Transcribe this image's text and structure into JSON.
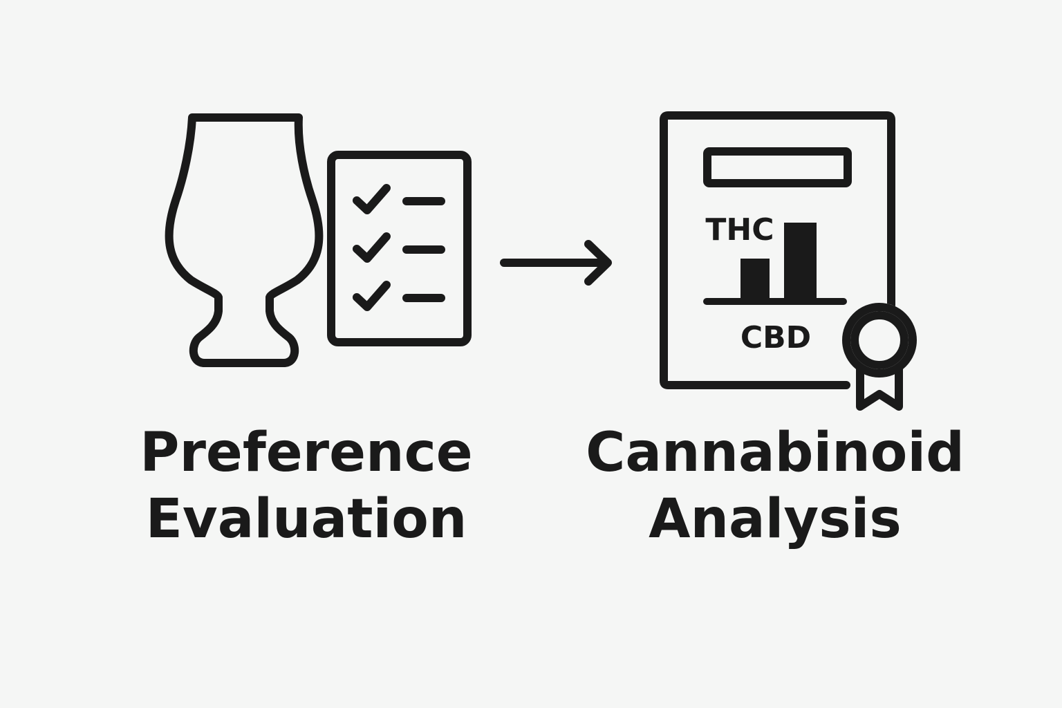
{
  "left_step": {
    "title_line1": "Preference",
    "title_line2": "Evaluation",
    "icons": [
      "tasting-glass-icon",
      "checklist-icon"
    ],
    "checklist_items": 3
  },
  "connector": {
    "icon": "right-arrow-icon"
  },
  "right_step": {
    "title_line1": "Cannabinoid",
    "title_line2": "Analysis",
    "icons": [
      "lab-report-icon",
      "bar-chart-icon",
      "award-ribbon-icon"
    ],
    "report": {
      "label_top": "THC",
      "label_bottom": "CBD"
    }
  },
  "colors": {
    "background": "#f5f6f5",
    "ink": "#1a1a1a"
  }
}
